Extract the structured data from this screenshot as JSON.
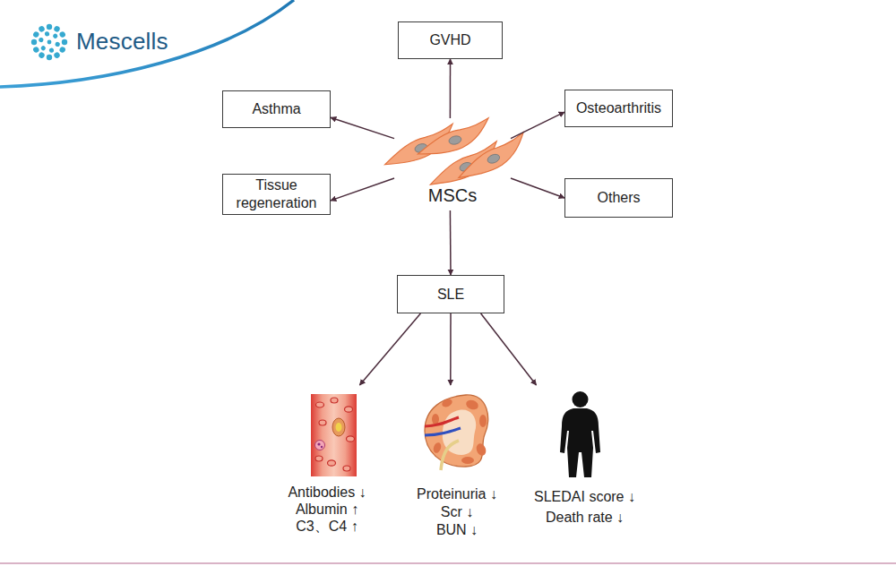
{
  "diagram": {
    "nodes": [
      {
        "text": [
          "GVHD"
        ]
      },
      {
        "text": [
          "Asthma"
        ]
      },
      {
        "text": [
          "Osteoarthritis"
        ]
      },
      {
        "text": [
          "MSCs"
        ]
      },
      {
        "text": [
          "Tissue regeneration"
        ]
      },
      {
        "text": [
          "Others"
        ]
      },
      {
        "text": [
          "SLE"
        ]
      },
      {
        "text": [
          "Antibodies ↓",
          "Albumin ↑",
          "C3、C4 ↑"
        ]
      },
      {
        "text": [
          "Proteinuria ↓",
          "Scr ↓",
          "BUN ↓"
        ]
      },
      {
        "text": [
          "SLEDAI score ↓",
          "Death rate ↓"
        ]
      }
    ],
    "edges": [
      {
        "from": 3,
        "to": 0,
        "arrow": "to"
      },
      {
        "from": 3,
        "to": 1,
        "arrow": "to"
      },
      {
        "from": 3,
        "to": 2,
        "arrow": "to"
      },
      {
        "from": 3,
        "to": 4,
        "arrow": "to"
      },
      {
        "from": 3,
        "to": 5,
        "arrow": "to"
      },
      {
        "from": 3,
        "to": 6,
        "arrow": "to"
      },
      {
        "from": 6,
        "to": 7,
        "arrow": "to"
      },
      {
        "from": 6,
        "to": 8,
        "arrow": "to"
      },
      {
        "from": 6,
        "to": 9,
        "arrow": "to"
      }
    ],
    "labels": [
      "Mescells"
    ]
  }
}
